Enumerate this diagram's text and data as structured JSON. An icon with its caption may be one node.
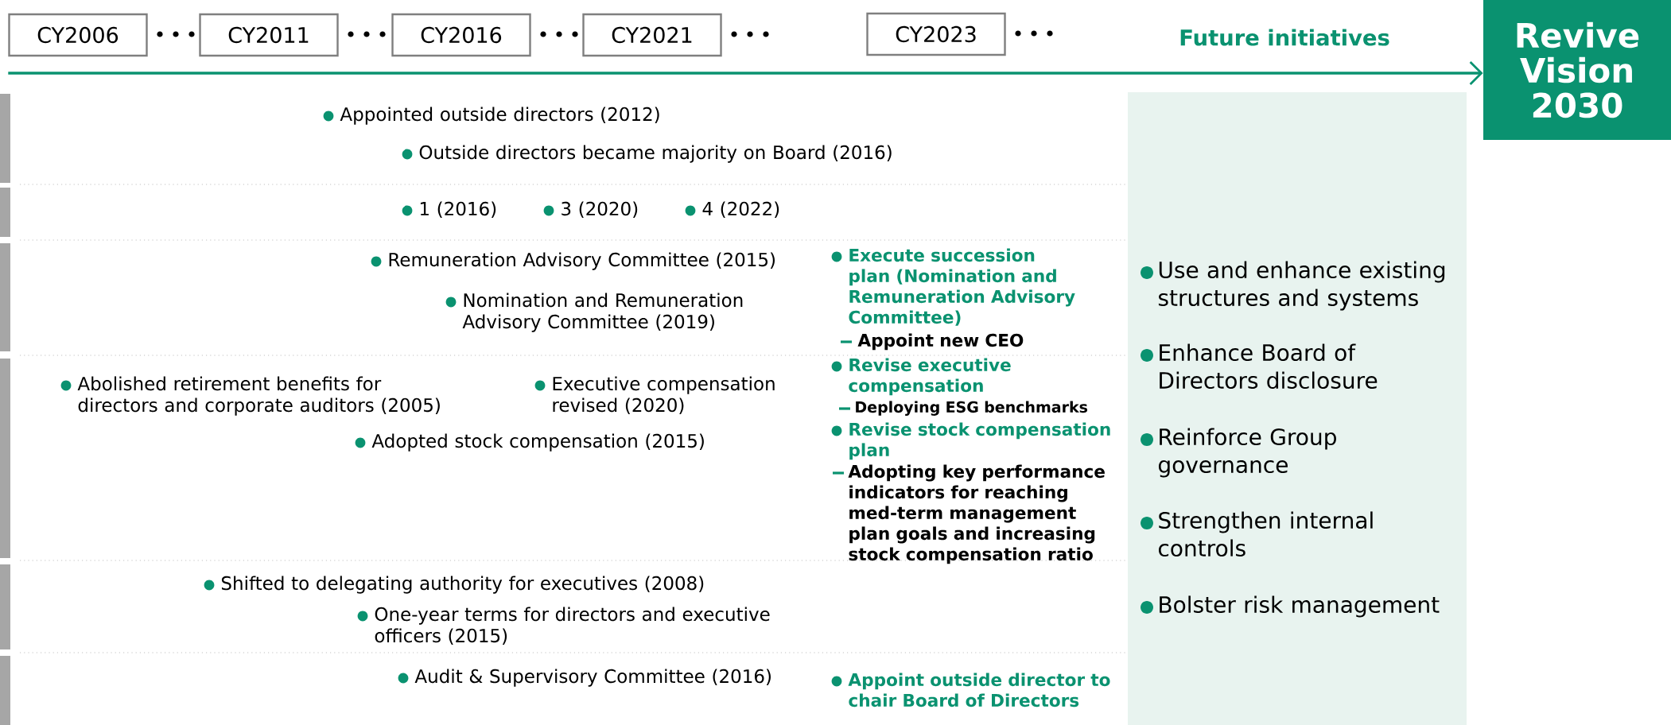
{
  "diagram": {
    "nodes": [
      {
        "text": [
          "CY2006"
        ]
      },
      {
        "text": [
          "CY2011"
        ]
      },
      {
        "text": [
          "CY2016"
        ]
      },
      {
        "text": [
          "CY2021"
        ]
      },
      {
        "text": [
          "CY2023"
        ]
      },
      {
        "text": [
          "Revive Vision 2030"
        ]
      },
      {
        "text": [
          "Future initiatives",
          "Use and enhance existing structures and systems",
          "Enhance Board of Directors disclosure",
          "Reinforce Group governance",
          "Strengthen internal controls",
          "Bolster risk management"
        ]
      }
    ],
    "edges": [
      {
        "from": 0,
        "to": 5,
        "arrow": "to"
      }
    ],
    "labels": [
      "Appointed outside directors (2012)",
      "Outside directors became majority on Board (2016)",
      "1 (2016)",
      "3 (2020)",
      "4 (2022)",
      "Remuneration Advisory Committee (2015)",
      "Execute succession plan (Nomination and Remuneration Advisory Committee)",
      "Nomination and Remuneration Advisory Committee (2019)",
      "Appoint new CEO",
      "Abolished retirement benefits for directors and corporate auditors (2005)",
      "Executive compensation revised (2020)",
      "Revise executive compensation",
      "Deploying ESG benchmarks",
      "Adopted stock compensation (2015)",
      "Revise stock compensation plan",
      "Adopting key performance indicators for reaching med-term management plan goals and increasing stock compensation ratio",
      "Shifted to delegating authority for executives (2008)",
      "One-year terms for directors and executive officers (2015)",
      "Audit & Supervisory Committee (2016)",
      "Appoint outside director to chair Board of Directors"
    ]
  }
}
